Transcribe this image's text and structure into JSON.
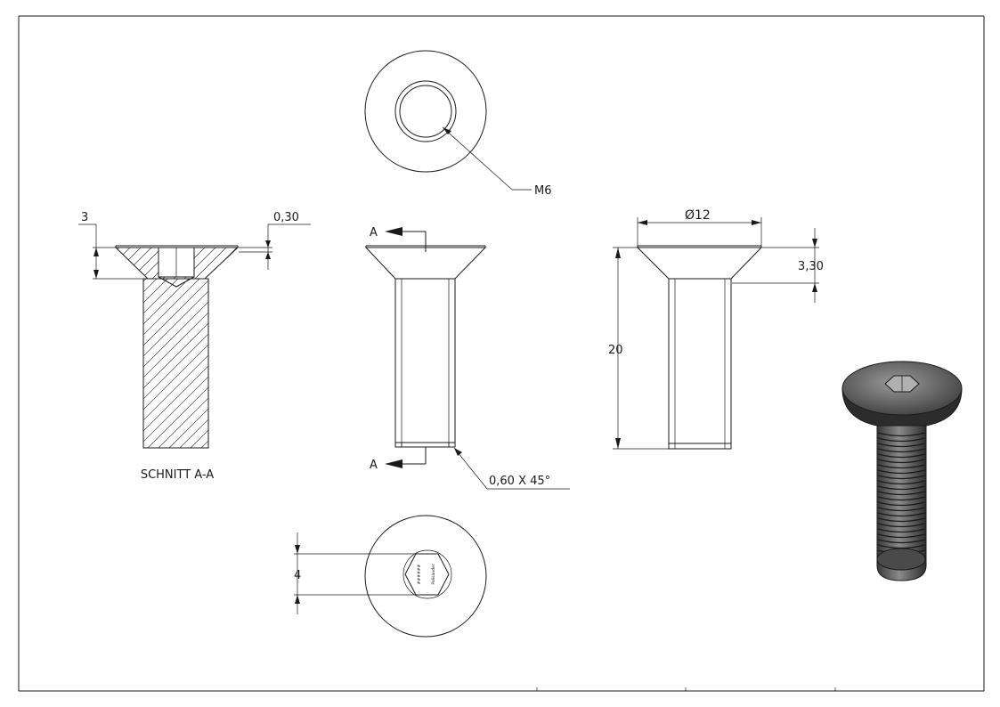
{
  "drawing": {
    "top_view": {
      "thread_label": "M6"
    },
    "section_view": {
      "title": "SCHNITT A-A",
      "dim_head_depth": "3",
      "dim_top_offset": "0,30"
    },
    "front_view": {
      "section_marker_top": "A",
      "section_marker_bottom": "A",
      "chamfer_label": "0,60 X 45°"
    },
    "side_view": {
      "diameter_label": "Ø12",
      "dim_head_height": "3,30",
      "dim_length": "20"
    },
    "bottom_view": {
      "dim_hex_size": "4",
      "hex_inscription_line1": "Palisander",
      "hex_inscription_line2": "######"
    },
    "iso_view": {
      "finish_color": "#6f6f6f"
    }
  }
}
